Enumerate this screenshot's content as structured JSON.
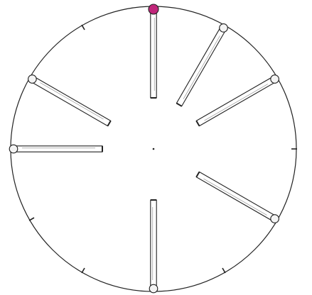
{
  "diagram": {
    "kind": "matchstick clock-face puzzle",
    "circle": {
      "stroke_color": "#222222"
    },
    "tick_positions": [
      1,
      2,
      3,
      4,
      5,
      7,
      8,
      10,
      11
    ],
    "matches": [
      {
        "position": 12,
        "head": "top",
        "head_color": "#c0267a",
        "highlighted": true
      },
      {
        "position": 1,
        "head": "outer",
        "head_color": "#f4f4f4",
        "highlighted": false
      },
      {
        "position": 2,
        "head": "outer",
        "head_color": "#f4f4f4",
        "highlighted": false
      },
      {
        "position": 4,
        "head": "outer",
        "head_color": "#f4f4f4",
        "highlighted": false
      },
      {
        "position": 6,
        "head": "outer",
        "head_color": "#f4f4f4",
        "highlighted": false
      },
      {
        "position": 9,
        "head": "outer",
        "head_color": "#f4f4f4",
        "highlighted": false
      },
      {
        "position": 10,
        "head": "outer",
        "head_color": "#f4f4f4",
        "highlighted": false
      }
    ],
    "center_dot": true,
    "colors": {
      "ink": "#222222",
      "stick_fill": "#ffffff",
      "accent": "#c0267a"
    }
  }
}
